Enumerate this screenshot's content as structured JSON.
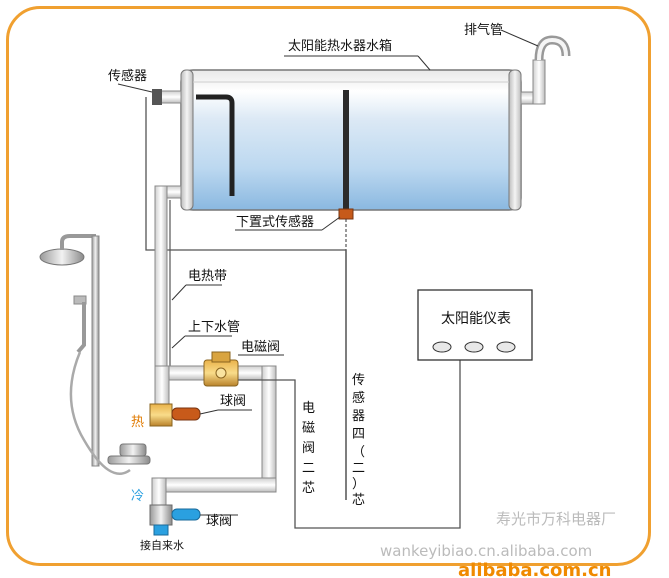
{
  "labels": {
    "exhaust_pipe": "排气管",
    "tank": "太阳能热水器水箱",
    "sensor": "传感器",
    "bottom_sensor": "下置式传感器",
    "heating_tape": "电热带",
    "updown_pipe": "上下水管",
    "solenoid_valve": "电磁阀",
    "ball_valve_hot": "球阀",
    "ball_valve_cold": "球阀",
    "hot": "热",
    "cold": "冷",
    "tap_water": "接自来水",
    "meter": "太阳能仪表",
    "solenoid_wire_chars": [
      "电",
      "磁",
      "阀",
      "二",
      "芯"
    ],
    "sensor_wire_chars": [
      "传",
      "感",
      "器",
      "四",
      "（",
      "二",
      "）",
      "芯"
    ]
  },
  "watermarks": {
    "vendor": "寿光市万科电器厂",
    "site": "wankeyibiao.cn.alibaba.com",
    "brand": "alibaba.com.cn"
  },
  "colors": {
    "frame": "#f0a030",
    "hot": "#e07a00",
    "cold": "#2aa0e0"
  }
}
